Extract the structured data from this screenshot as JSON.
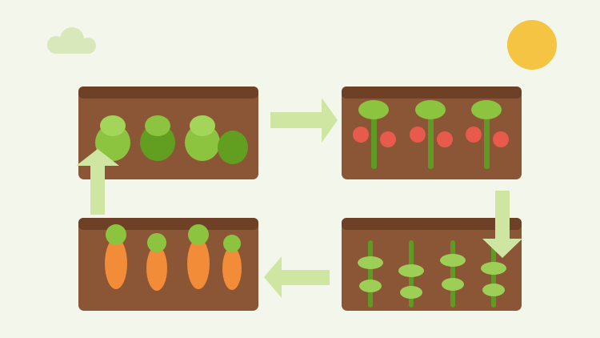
{
  "colors": {
    "background": "#f3f6ea",
    "soil": "#8a5636",
    "soil_top": "#6e4127",
    "arrow": "#cfe6a2",
    "cloud": "#d9e8bb",
    "sun": "#f6c443",
    "leaf_light": "#8cc43f",
    "leaf_light_top": "#a3d55a",
    "leaf_dark": "#629f20",
    "stem": "#5e9a24",
    "tomato": "#e85a4c",
    "carrot": "#f28c38",
    "carrot_top": "#8cc43f",
    "bean_leaf": "#9dcf56"
  },
  "icons": {
    "sun": "sun-icon",
    "cloud": "cloud-icon",
    "arrow": "arrow-icon"
  },
  "beds": [
    {
      "name": "cabbage-bed"
    },
    {
      "name": "tomato-bed"
    },
    {
      "name": "bean-bed"
    },
    {
      "name": "carrot-bed"
    }
  ]
}
